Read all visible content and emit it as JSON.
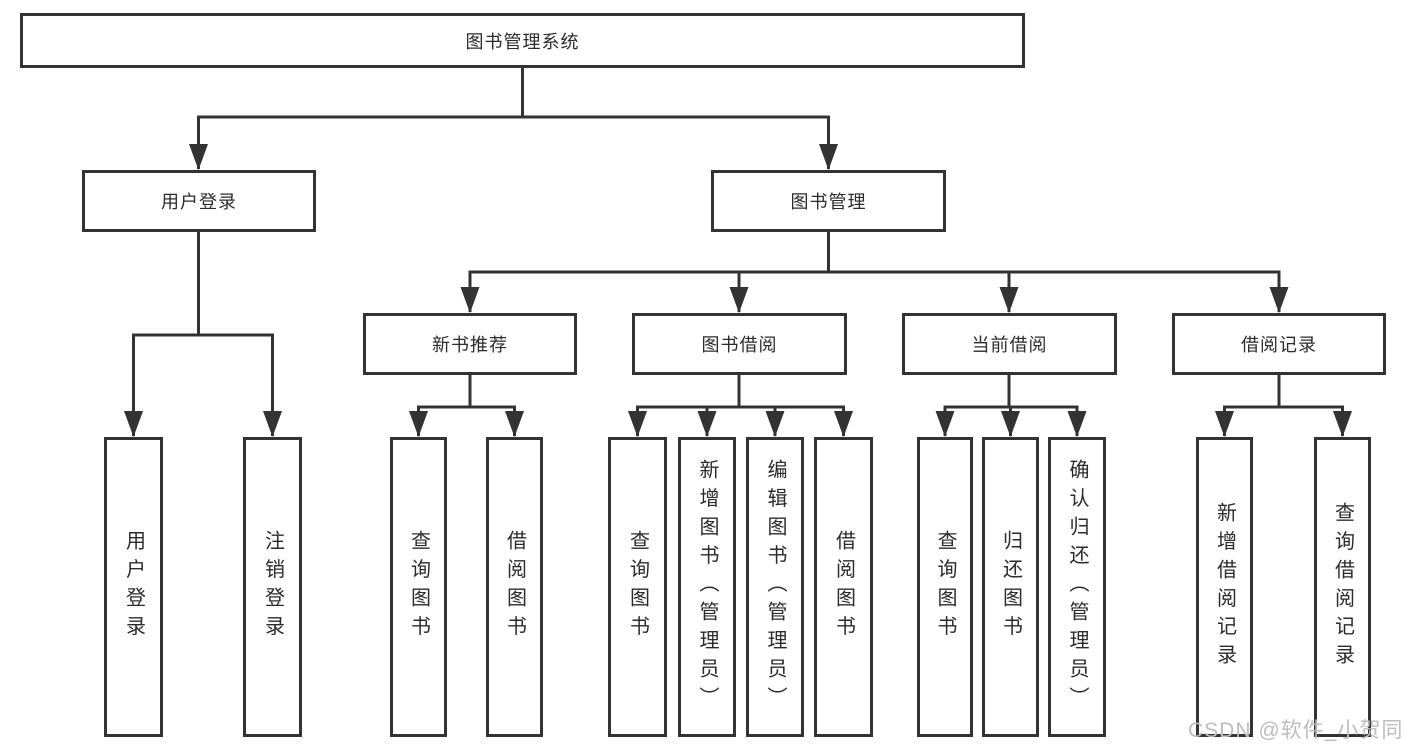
{
  "tree": {
    "root": "图书管理系统",
    "user_login": {
      "label": "用户登录",
      "children": [
        "用户登录",
        "注销登录"
      ]
    },
    "book_mgmt": {
      "label": "图书管理",
      "sections": [
        {
          "label": "新书推荐",
          "children": [
            "查询图书",
            "借阅图书"
          ]
        },
        {
          "label": "图书借阅",
          "children": [
            "查询图书",
            "新增图书（管理员）",
            "编辑图书（管理员）",
            "借阅图书"
          ]
        },
        {
          "label": "当前借阅",
          "children": [
            "查询图书",
            "归还图书",
            "确认归还（管理员）"
          ]
        },
        {
          "label": "借阅记录",
          "children": [
            "新增借阅记录",
            "查询借阅记录"
          ]
        }
      ]
    }
  },
  "watermark": "CSDN @软件_小贺同学",
  "colors": {
    "line": "#333333",
    "text": "#2b2b2b",
    "watermark": "#bdbdbd"
  }
}
